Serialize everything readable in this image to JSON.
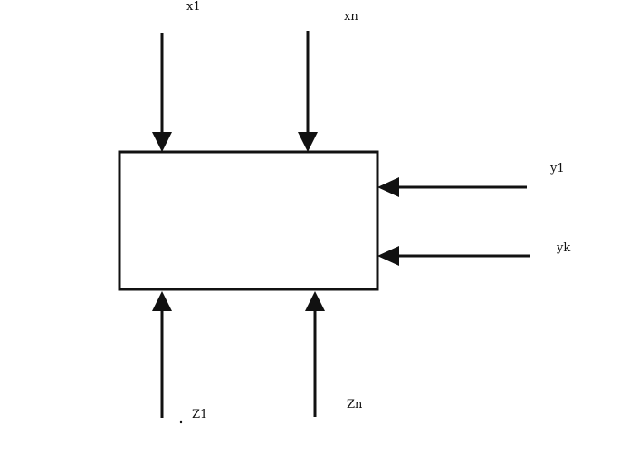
{
  "labels": {
    "x1": "x1",
    "xn": "xn",
    "y1": "y1",
    "yk": "yk",
    "z1": "Z1",
    "zn": "Zn"
  }
}
